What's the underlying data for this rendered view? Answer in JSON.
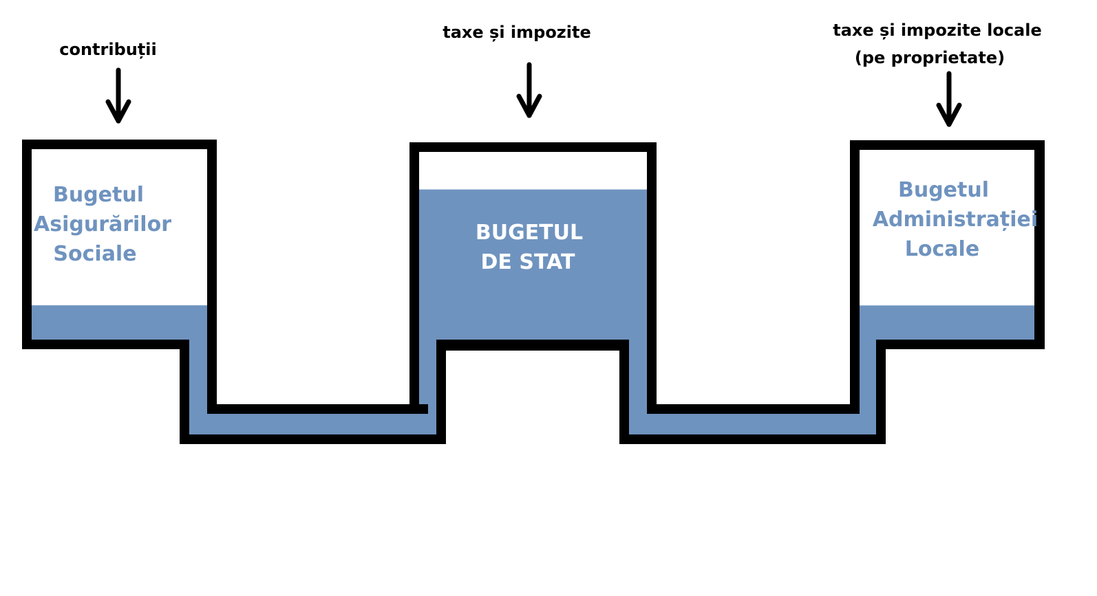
{
  "colors": {
    "water": "#6f93bf",
    "wall": "#000000",
    "label_on_white": "#6f93bf",
    "label_on_water": "#ffffff",
    "background": "#ffffff"
  },
  "inflows": [
    {
      "id": "social",
      "lines": [
        "contribuții"
      ]
    },
    {
      "id": "state",
      "lines": [
        "taxe și impozite"
      ]
    },
    {
      "id": "local",
      "lines": [
        "taxe și impozite locale",
        "(pe proprietate)"
      ]
    }
  ],
  "budgets": [
    {
      "id": "social",
      "lines": [
        "Bugetul",
        "Asigurărilor",
        "Sociale"
      ],
      "fill_level": 0.18
    },
    {
      "id": "state",
      "lines": [
        "BUGETUL",
        "DE STAT"
      ],
      "fill_level": 0.8
    },
    {
      "id": "local",
      "lines": [
        "Bugetul",
        "Administrației",
        "Locale"
      ],
      "fill_level": 0.18
    }
  ],
  "icons": {
    "inflow_arrow": "arrow-down-icon"
  }
}
